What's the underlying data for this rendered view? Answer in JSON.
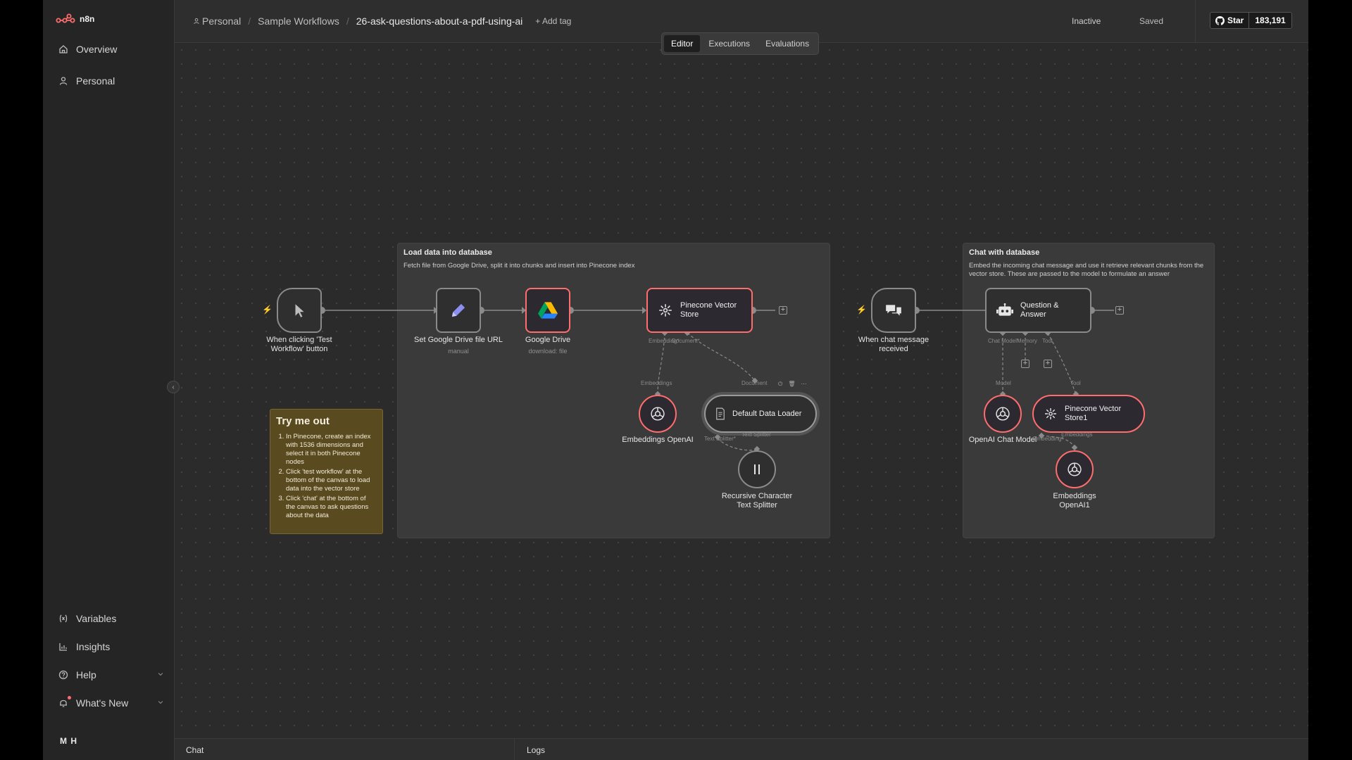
{
  "app": {
    "logo_text": "n8n",
    "accent": "#ff6d6d"
  },
  "sidebar": {
    "items": [
      {
        "label": "Overview",
        "icon": "home-icon"
      },
      {
        "label": "Personal",
        "icon": "user-icon"
      }
    ],
    "bottom_items": [
      {
        "label": "Variables",
        "icon": "variables-icon"
      },
      {
        "label": "Insights",
        "icon": "chart-icon"
      },
      {
        "label": "Help",
        "icon": "help-icon"
      },
      {
        "label": "What's New",
        "icon": "bell-icon"
      }
    ],
    "user_initials": "M H"
  },
  "header": {
    "breadcrumb": [
      "Personal",
      "Sample Workflows",
      "26-ask-questions-about-a-pdf-using-ai"
    ],
    "add_tag": "+ Add tag",
    "status": "Inactive",
    "saved": "Saved",
    "github": {
      "label": "Star",
      "count": "183,191"
    },
    "tabs": [
      "Editor",
      "Executions",
      "Evaluations"
    ],
    "active_tab": "Editor"
  },
  "stickies": {
    "load": {
      "title": "Load data into database",
      "desc": "Fetch file from Google Drive, split it into chunks and insert into Pinecone index"
    },
    "chat": {
      "title": "Chat with database",
      "desc": "Embed the incoming chat message and use it retrieve relevant chunks from the vector store. These are passed to the model to formulate an answer"
    },
    "tryme": {
      "title": "Try me out",
      "steps": [
        "In Pinecone, create an index with 1536 dimensions and select it in both Pinecone nodes",
        "Click 'test workflow' at the bottom of the canvas to load data into the vector store",
        "Click 'chat' at the bottom of the canvas to ask questions about the data"
      ]
    }
  },
  "nodes": {
    "manual_trigger": {
      "label": "When clicking 'Test Workflow' button"
    },
    "set_url": {
      "label": "Set Google Drive file URL",
      "sub": "manual"
    },
    "gdrive": {
      "label": "Google Drive",
      "sub": "download: file"
    },
    "pinecone": {
      "label": "Pinecone Vector Store"
    },
    "embeddings": {
      "label": "Embeddings OpenAI"
    },
    "loader": {
      "label": "Default Data Loader"
    },
    "splitter": {
      "label": "Recursive Character Text Splitter"
    },
    "chat_trigger": {
      "label": "When chat message received"
    },
    "qa": {
      "label": "Question & Answer"
    },
    "chat_model": {
      "label": "OpenAI Chat Model"
    },
    "pinecone1": {
      "label": "Pinecone Vector Store1"
    },
    "embeddings1": {
      "label": "Embeddings OpenAI1"
    }
  },
  "ports": {
    "embedding": "Embedding*",
    "document": "Document*",
    "embeddings": "Embeddings",
    "document_in": "Document",
    "text_splitter_out": "Text Splitter*",
    "text_splitter_in": "Text Splitter",
    "chat_model": "Chat Model*",
    "memory": "Memory",
    "tool": "Tool",
    "model": "Model",
    "tool_in": "Tool",
    "embedding_star": "Embedding*",
    "embeddings_in": "Embeddings"
  },
  "bottombar": {
    "chat": "Chat",
    "logs": "Logs"
  }
}
